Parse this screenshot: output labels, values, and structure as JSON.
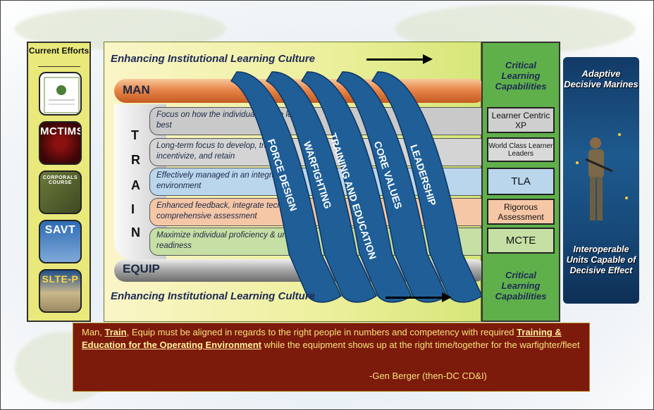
{
  "current_efforts": {
    "title": "Current Efforts",
    "items": [
      "MCTIMS",
      "CORPORALS COURSE",
      "SAVT",
      "SLTE-P"
    ]
  },
  "main": {
    "culture_top": "Enhancing Institutional Learning Culture",
    "culture_bottom": "Enhancing Institutional Learning Culture",
    "man": "MAN",
    "equip": "EQUIP",
    "train_letters": [
      "T",
      "R",
      "A",
      "I",
      "N"
    ],
    "rows": [
      "Focus on how the individual Marine learns best",
      "Long-term focus to develop, track, incentivize, and retain",
      "Effectively managed in an integrated environment",
      "Enhanced feedback, integrate tech comprehensive assessment",
      "Maximize individual proficiency & unit readiness"
    ],
    "ribbons": [
      "FORCE DESIGN",
      "WARFIGHTING",
      "TRAINING AND EDUCATION",
      "CORE VALUES",
      "LEADERSHIP"
    ]
  },
  "capabilities": {
    "title_top": "Critical Learning Capabilities",
    "title_bottom": "Critical Learning Capabilities",
    "boxes": [
      "Learner Centric XP",
      "World Class Learner Leaders",
      "TLA",
      "Rigorous Assessment",
      "MCTE"
    ]
  },
  "outcomes": {
    "top": "Adaptive Decisive Marines",
    "bottom": "Interoperable Units Capable of Decisive Effect"
  },
  "quote": {
    "p1": "Man, ",
    "train": "Train",
    "p2": ", Equip must be aligned in regards to the right people in numbers and competency with required ",
    "te": "Training & Education for the Operating Environment",
    "p3": " while the equipment shows up at the right time/together for the warfighter/fleet",
    "author": "-Gen Berger (then-DC CD&I)"
  },
  "colors": {
    "row_fills": [
      "#c9c9c9",
      "#d4d4d4",
      "#b9d6ec",
      "#f6c7a6",
      "#c6dfa4"
    ],
    "cap_fills": [
      "#cfcfcf",
      "#d9d9d9",
      "#b9d6ec",
      "#f6c7a6",
      "#c6dfa4"
    ],
    "ribbon": "#1f5e97"
  }
}
